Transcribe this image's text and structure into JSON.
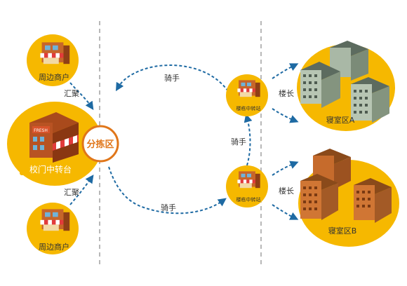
{
  "nodes": {
    "merchant_top": "周边商户",
    "merchant_bottom": "周边商户",
    "campus_hub": "校门中转台",
    "sorting_area": "分拣区",
    "station_top": "楼栋中转站",
    "station_bottom": "楼栋中转站",
    "dorm_a": "寝室区A",
    "dorm_b": "寝室区B"
  },
  "edges": {
    "gather_top": "汇聚",
    "gather_bottom": "汇聚",
    "rider_top": "骑手",
    "rider_bottom": "骑手",
    "rider_right": "骑手",
    "building_head_top": "楼长",
    "building_head_bottom": "楼长"
  },
  "colors": {
    "circle": "#f6b800",
    "circle_light": "#f9c417",
    "arrow": "#1e6aa3",
    "divider": "#b8b8b8",
    "sorting_border": "#e0761a",
    "label_bg": "#4a5663"
  }
}
